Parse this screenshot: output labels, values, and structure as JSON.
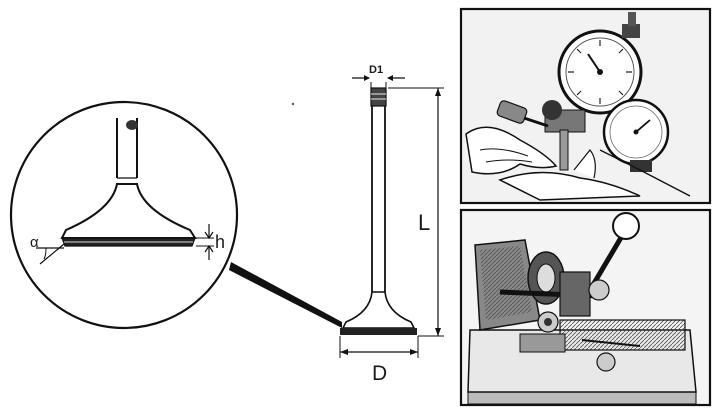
{
  "labels": {
    "d1": "D1",
    "length": "L",
    "diameter": "D",
    "height": "h",
    "angle": "α"
  },
  "photos": {
    "top": "dial-indicator-measurement-photo",
    "bottom": "valve-refacing-machine-photo"
  }
}
